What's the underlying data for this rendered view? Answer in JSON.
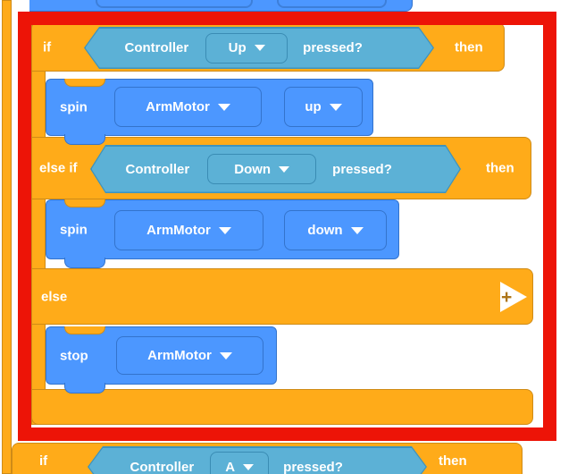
{
  "annotation": {
    "highlight_color": "#ED1407"
  },
  "palette": {
    "control_orange": "#FFAB19",
    "control_border": "#CF8B17",
    "motion_blue": "#4C97FF",
    "motion_border": "#3373CC",
    "sensing_teal": "#5CB1D6",
    "sensing_border": "#2E8EB8"
  },
  "icons": {
    "dropdown_arrow": "caret-down",
    "expand_arrow": "plus-arrow"
  },
  "if_block": {
    "if_label": "if",
    "then_label": "then",
    "elseif_label": "else if",
    "elseif_then_label": "then",
    "else_label": "else",
    "expand_label": "+",
    "cond_up": {
      "device": "Controller",
      "selected": "Up",
      "suffix": "pressed?"
    },
    "cond_down": {
      "device": "Controller",
      "selected": "Down",
      "suffix": "pressed?"
    },
    "spin_up": {
      "verb": "spin",
      "motor": "ArmMotor",
      "direction": "up"
    },
    "spin_down": {
      "verb": "spin",
      "motor": "ArmMotor",
      "direction": "down"
    },
    "stop": {
      "verb": "stop",
      "motor": "ArmMotor"
    }
  },
  "next_if_block": {
    "if_label": "if",
    "then_label": "then",
    "cond": {
      "device": "Controller",
      "selected": "A",
      "suffix": "pressed?"
    }
  }
}
